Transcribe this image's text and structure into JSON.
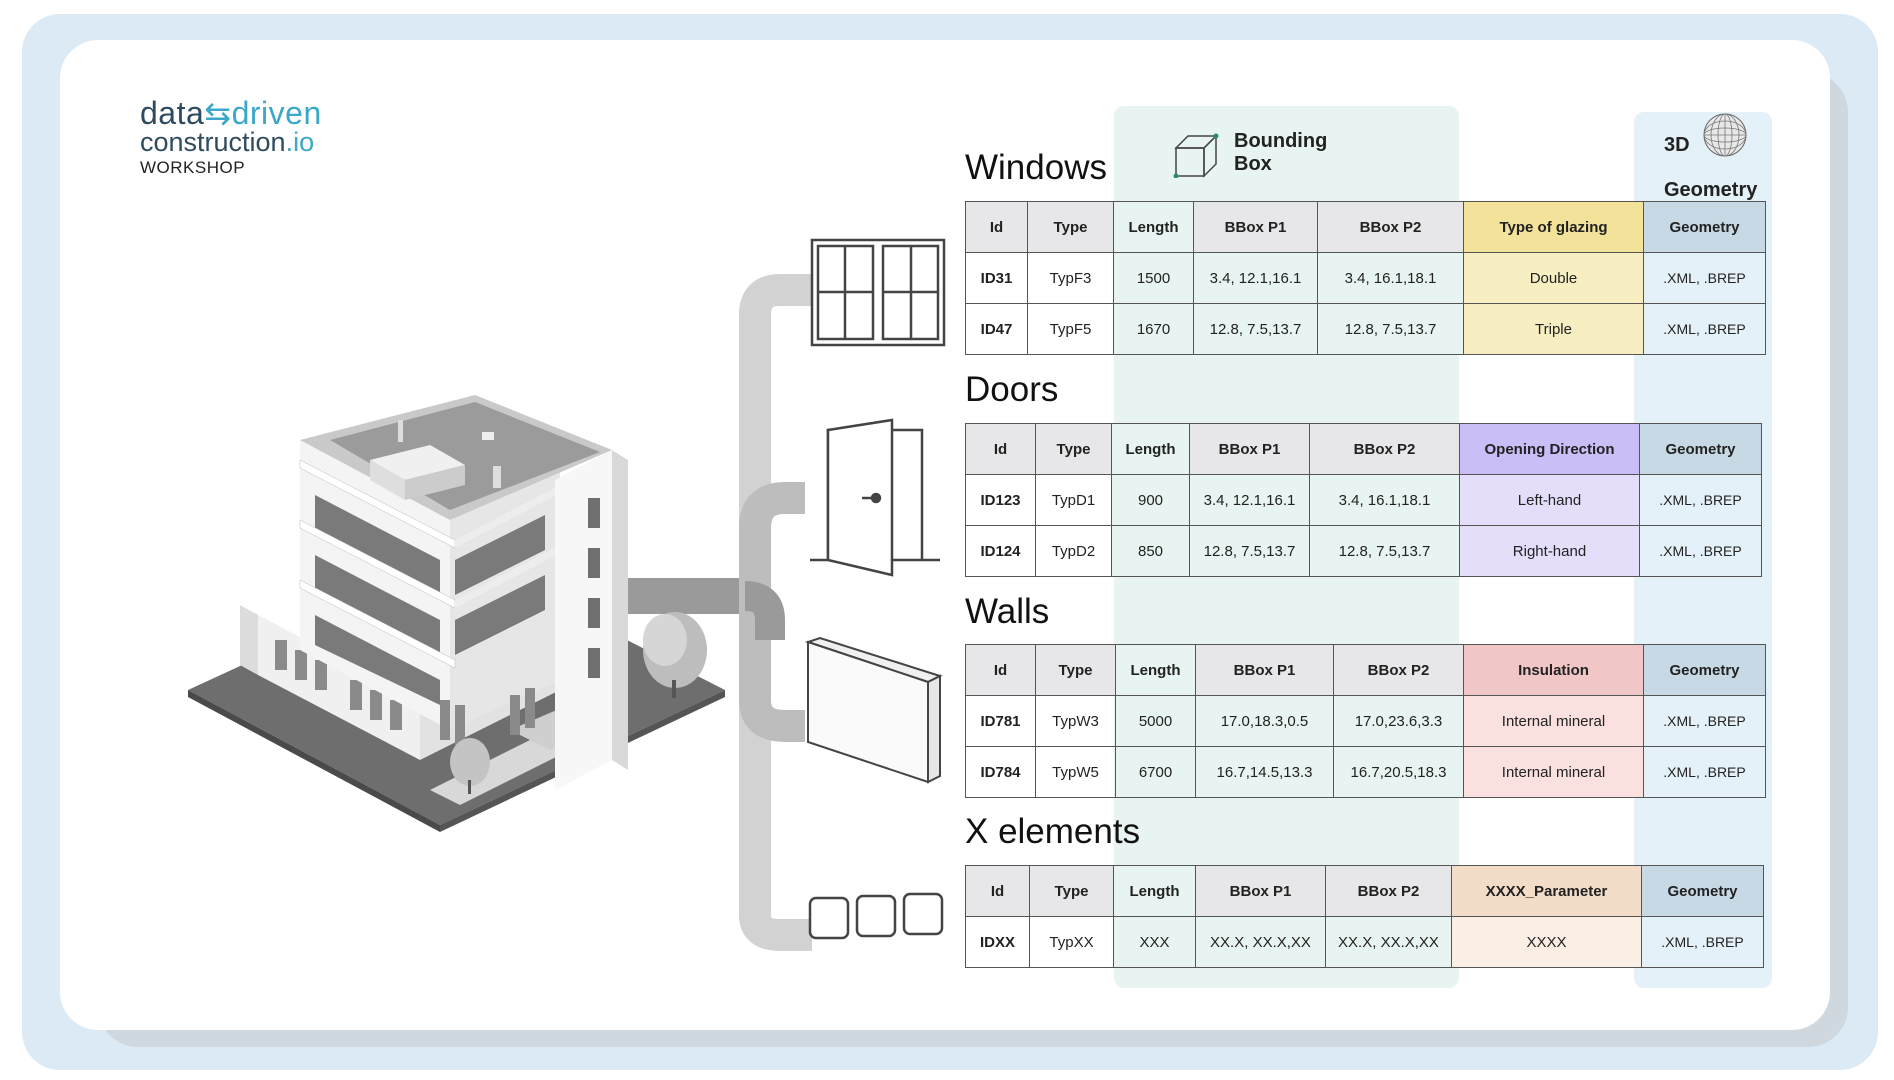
{
  "logo": {
    "part1": "data",
    "part2": "driven",
    "part3": "construction",
    "part4": ".io",
    "subtitle": "WORKSHOP"
  },
  "headers": {
    "bounding_box_line1": "Bounding",
    "bounding_box_line2": "Box",
    "geometry_line1": "3D",
    "geometry_line2": "Geometry"
  },
  "colors": {
    "glazing": "#f7efc2",
    "glazing_header": "#f3e39a",
    "opening": "#e4defa",
    "opening_header": "#cbbdf5",
    "insulation": "#fbe0e0",
    "insulation_header": "#f1c6c6",
    "param": "#fbeee4",
    "param_header": "#f3dcc8"
  },
  "sections": [
    {
      "title": "Windows",
      "columns": [
        "Id",
        "Type",
        "Length",
        "BBox P1",
        "BBox P2",
        "Type of glazing",
        "Geometry"
      ],
      "rows": [
        [
          "ID31",
          "TypF3",
          "1500",
          "3.4, 12.1,16.1",
          "3.4, 16.1,18.1",
          "Double",
          ".XML, .BREP"
        ],
        [
          "ID47",
          "TypF5",
          "1670",
          "12.8, 7.5,13.7",
          "12.8, 7.5,13.7",
          "Triple",
          ".XML, .BREP"
        ]
      ]
    },
    {
      "title": "Doors",
      "columns": [
        "Id",
        "Type",
        "Length",
        "BBox P1",
        "BBox P2",
        "Opening Direction",
        "Geometry"
      ],
      "rows": [
        [
          "ID123",
          "TypD1",
          "900",
          "3.4, 12.1,16.1",
          "3.4, 16.1,18.1",
          "Left-hand",
          ".XML, .BREP"
        ],
        [
          "ID124",
          "TypD2",
          "850",
          "12.8, 7.5,13.7",
          "12.8, 7.5,13.7",
          "Right-hand",
          ".XML, .BREP"
        ]
      ]
    },
    {
      "title": "Walls",
      "columns": [
        "Id",
        "Type",
        "Length",
        "BBox P1",
        "BBox P2",
        "Insulation",
        "Geometry"
      ],
      "rows": [
        [
          "ID781",
          "TypW3",
          "5000",
          "17.0,18.3,0.5",
          "17.0,23.6,3.3",
          "Internal mineral",
          ".XML, .BREP"
        ],
        [
          "ID784",
          "TypW5",
          "6700",
          "16.7,14.5,13.3",
          "16.7,20.5,18.3",
          "Internal mineral",
          ".XML, .BREP"
        ]
      ]
    },
    {
      "title": "X elements",
      "columns": [
        "Id",
        "Type",
        "Length",
        "BBox P1",
        "BBox P2",
        "XXXX_Parameter",
        "Geometry"
      ],
      "rows": [
        [
          "IDXX",
          "TypXX",
          "XXX",
          "XX.X, XX.X,XX",
          "XX.X, XX.X,XX",
          "XXXX",
          ".XML, .BREP"
        ]
      ]
    }
  ]
}
